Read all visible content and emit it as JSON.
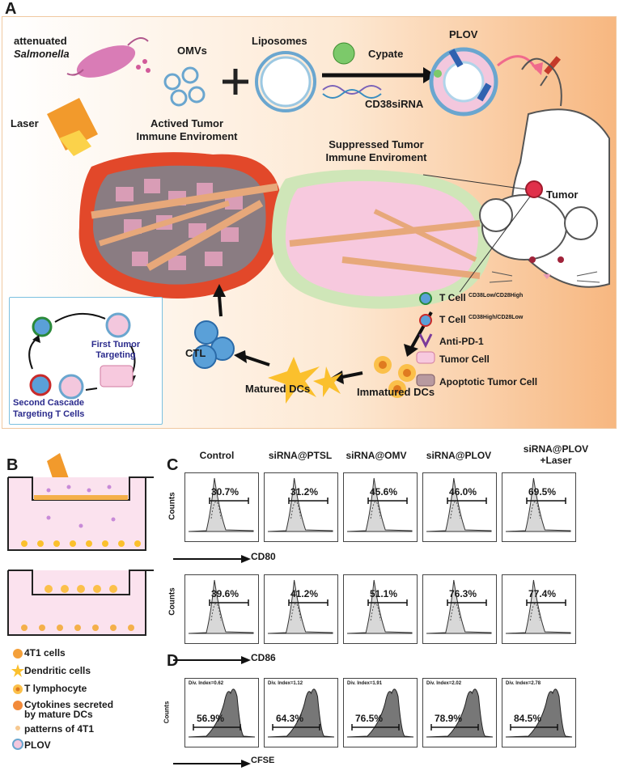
{
  "panels": {
    "a": "A",
    "b": "B",
    "c": "C",
    "d": "D"
  },
  "schematic": {
    "salmonella_line1": "attenuated",
    "salmonella_line2": "Salmonella",
    "omvs": "OMVs",
    "liposomes": "Liposomes",
    "cypate": "Cypate",
    "sirna": "CD38siRNA",
    "plov": "PLOV",
    "laser": "Laser",
    "active_env_line1": "Actived Tumor",
    "active_env_line2": "Immune Enviroment",
    "suppressed_env_line1": "Suppressed Tumor",
    "suppressed_env_line2": "Immune Enviroment",
    "tumor": "Tumor",
    "ctl": "CTL",
    "matured_dcs": "Matured DCs",
    "immatured_dcs": "Immatured DCs",
    "inset_first_line1": "First Tumor",
    "inset_first_line2": "Targeting",
    "inset_second_line1": "Second Cascade",
    "inset_second_line2": "Targeting T Cells"
  },
  "legendA": {
    "tcell1": "T Cell",
    "tcell1_sup": "CD38Low/CD28High",
    "tcell2": "T Cell",
    "tcell2_sup": "CD38High/CD28Low",
    "antipd1": "Anti-PD-1",
    "tumor_cell": "Tumor Cell",
    "apoptotic": "Apoptotic Tumor Cell"
  },
  "legendB": {
    "t4": "4T1 cells",
    "dc": "Dendritic cells",
    "tl": "T lymphocyte",
    "cyt1": "Cytokines secreted",
    "cyt2": "by mature DCs",
    "pat": "patterns of 4T1",
    "plov": "PLOV"
  },
  "flow": {
    "groups": [
      "Control",
      "siRNA@PTSL",
      "siRNA@OMV",
      "siRNA@PLOV",
      "siRNA@PLOV",
      "+Laser"
    ],
    "counts_label": "Counts",
    "cd80_label": "CD80",
    "cd86_label": "CD86",
    "cfse_label": "CFSE",
    "cd80_pct": [
      "30.7%",
      "31.2%",
      "45.6%",
      "46.0%",
      "69.5%"
    ],
    "cd86_pct": [
      "39.6%",
      "41.2%",
      "51.1%",
      "76.3%",
      "77.4%"
    ],
    "cfse_pct": [
      "56.9%",
      "64.3%",
      "76.5%",
      "78.9%",
      "84.5%"
    ],
    "div_index": [
      "Div. Index=0.62",
      "Div. Index=1.12",
      "Div. Index=1.91",
      "Div. Index=2.02",
      "Div. Index=2.78"
    ]
  },
  "colors": {
    "tumor_red": "#e2482a",
    "suppressed_green": "#cfe6b8",
    "tumor_pink": "#f7c9de",
    "inset_border": "#7cc0e0"
  }
}
